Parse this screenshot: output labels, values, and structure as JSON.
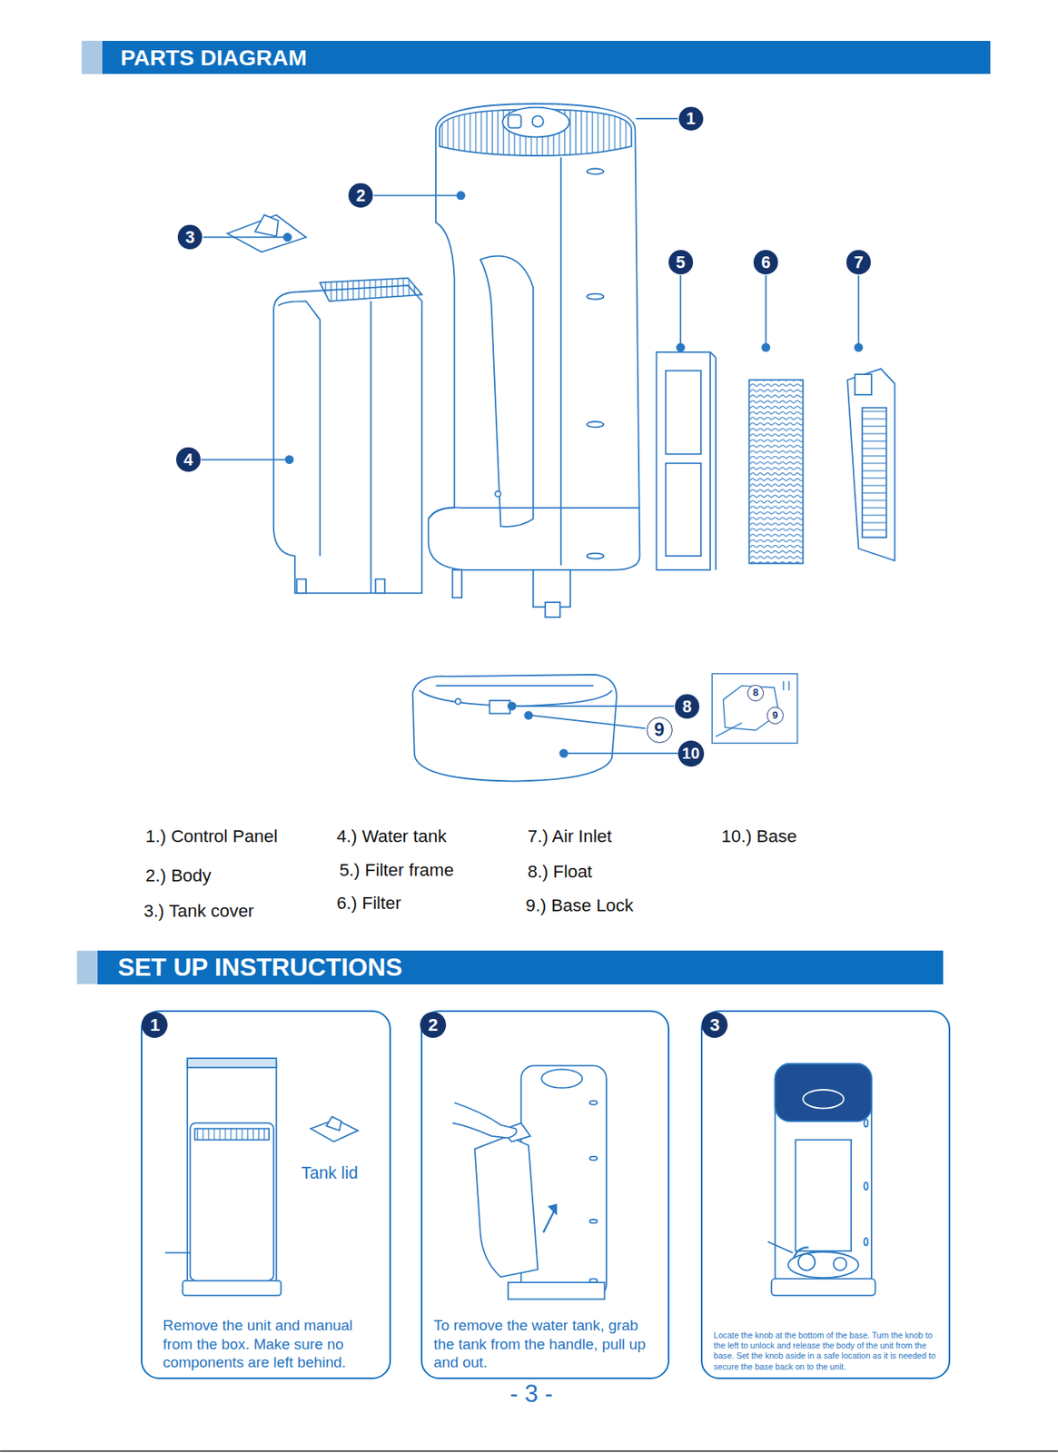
{
  "diagram": {
    "nodes": [
      {
        "text": [
          "PARTS DIAGRAM"
        ]
      },
      {
        "text": [
          "1"
        ]
      },
      {
        "text": [
          "2"
        ]
      },
      {
        "text": [
          "3"
        ]
      },
      {
        "text": [
          "4"
        ]
      },
      {
        "text": [
          "5"
        ]
      },
      {
        "text": [
          "6"
        ]
      },
      {
        "text": [
          "7"
        ]
      },
      {
        "text": [
          "8"
        ]
      },
      {
        "text": [
          "9"
        ]
      },
      {
        "text": [
          "10"
        ]
      },
      {
        "text": [
          "8"
        ]
      },
      {
        "text": [
          "9"
        ]
      },
      {
        "text": [
          "SET UP INSTRUCTIONS"
        ]
      },
      {
        "text": [
          "Remove the unit and manual from the box. Make sure no components are left behind."
        ]
      },
      {
        "text": [
          "1"
        ],
        "in": 14
      },
      {
        "text": [
          "To remove the water tank, grab the tank from the handle, pull up and out."
        ]
      },
      {
        "text": [
          "2"
        ],
        "in": 16
      },
      {
        "text": [
          "Locate the knob at the bottom of the base. Turn the knob to the left to unlock and release the body of the unit from the base. Set the knob aside in a safe location as it is needed to secure the base back on to the unit."
        ]
      },
      {
        "text": [
          "3"
        ],
        "in": 18
      }
    ],
    "labels": [
      "1.) Control Panel",
      "4.) Water tank",
      "7.) Air Inlet",
      "10.) Base",
      "2.) Body",
      "5.) Filter frame",
      "8.) Float",
      "3.) Tank cover",
      "6.) Filter",
      "9.) Base Lock",
      "Tank lid",
      "- 3 -"
    ]
  }
}
